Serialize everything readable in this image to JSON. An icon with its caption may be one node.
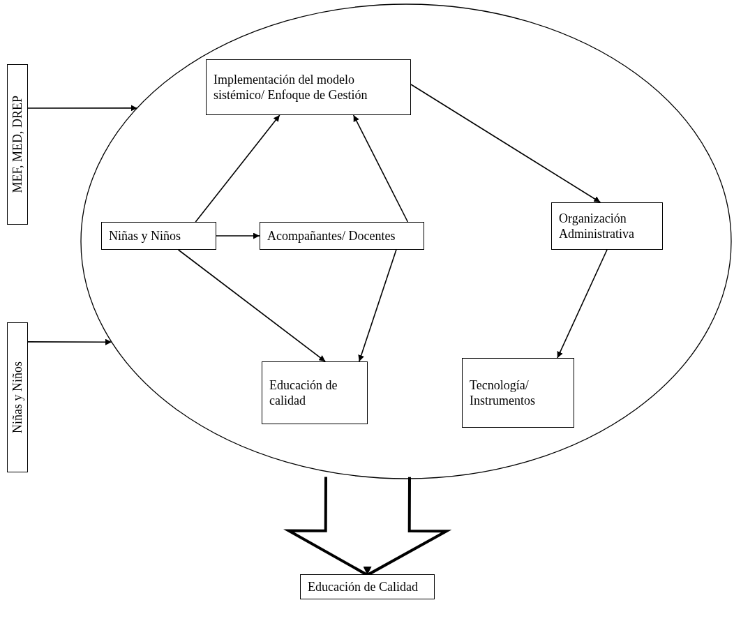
{
  "diagram": {
    "nodes": [
      {
        "text": [
          "MEF, MED, DREP"
        ]
      },
      {
        "text": [
          "Niñas y Niños"
        ]
      },
      {
        "text": [],
        "shape": "ellipse"
      },
      {
        "text": [
          "Implementación del modelo sistémico/ Enfoque de Gestión"
        ],
        "in": 2
      },
      {
        "text": [
          "Niñas y Niños"
        ],
        "in": 2
      },
      {
        "text": [
          "Acompañantes/ Docentes"
        ],
        "in": 2
      },
      {
        "text": [
          "Organización Administrativa"
        ],
        "in": 2
      },
      {
        "text": [
          "Educación de calidad"
        ],
        "in": 2
      },
      {
        "text": [
          "Tecnología/ Instrumentos"
        ],
        "in": 2
      },
      {
        "text": [
          "Educación de Calidad"
        ]
      }
    ],
    "edges": [
      {
        "from": 0,
        "to": 2,
        "arrow": "to"
      },
      {
        "from": 1,
        "to": 2,
        "arrow": "to"
      },
      {
        "from": 4,
        "to": 3,
        "arrow": "to"
      },
      {
        "from": 5,
        "to": 3,
        "arrow": "to"
      },
      {
        "from": 3,
        "to": 6,
        "arrow": "to"
      },
      {
        "from": 4,
        "to": 5,
        "arrow": "to"
      },
      {
        "from": 4,
        "to": 7,
        "arrow": "to"
      },
      {
        "from": 5,
        "to": 7,
        "arrow": "to"
      },
      {
        "from": 6,
        "to": 8,
        "arrow": "to"
      },
      {
        "from": 2,
        "to": 9,
        "arrow": "to",
        "style": "thick"
      }
    ]
  }
}
